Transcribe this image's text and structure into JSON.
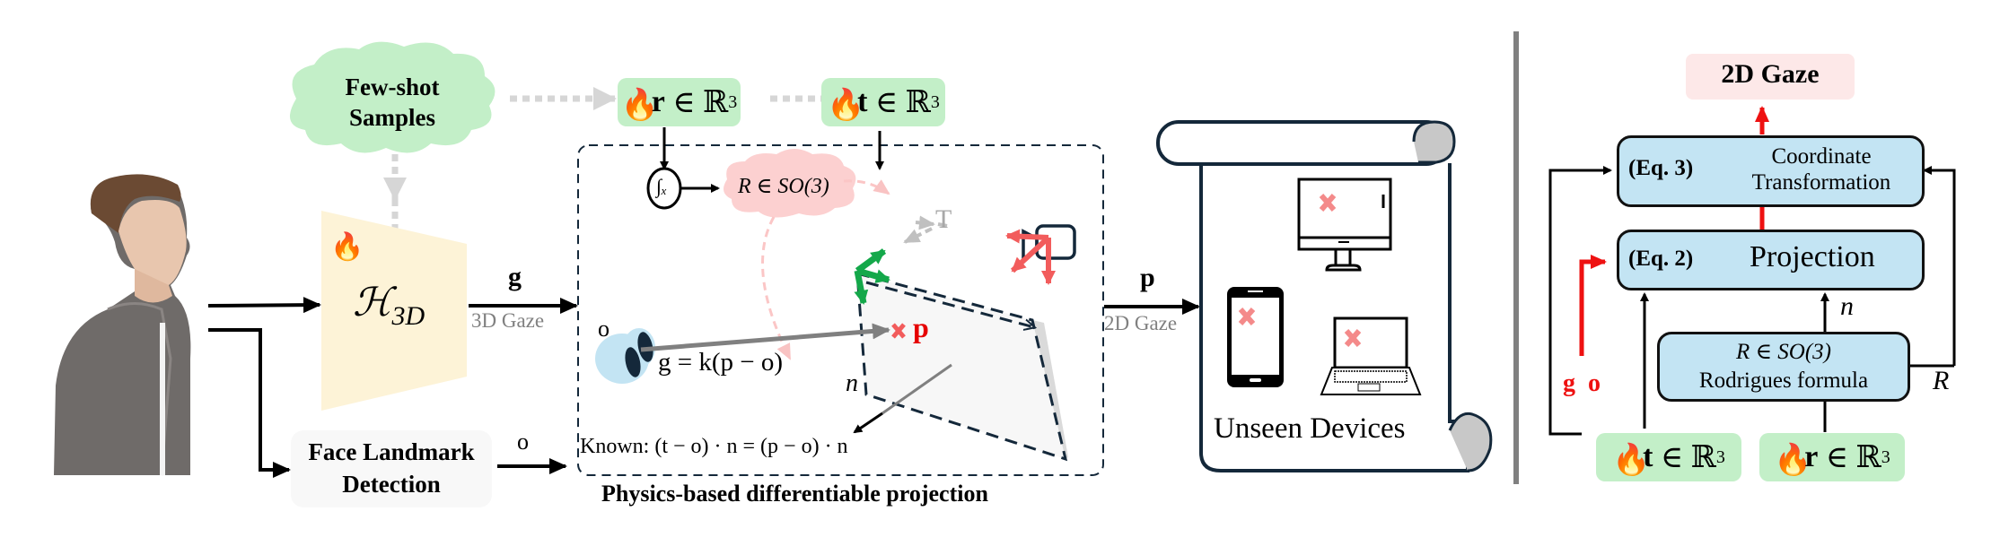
{
  "left_panel": {
    "few_shot": {
      "line1": "Few-shot",
      "line2": "Samples"
    },
    "param_r": {
      "label": "r",
      "set": "∈ ℝ",
      "sup": "3",
      "trainable": true
    },
    "param_t": {
      "label": "t",
      "set": "∈ ℝ",
      "sup": "3",
      "trainable": true
    },
    "network": {
      "symbol": "ℋ",
      "subscript": "3D",
      "trainable": true
    },
    "arrow_g": {
      "symbol": "g",
      "caption": "3D Gaze"
    },
    "face_landmark": {
      "line1": "Face Landmark",
      "line2": "Detection"
    },
    "arrow_o": {
      "symbol": "o"
    },
    "projection_box": {
      "title": "Physics-based differentiable projection",
      "exp_op": "∫ₓ",
      "rotation": "R ∈ SO(3)",
      "translation": "T",
      "origin": "o",
      "point": "p",
      "gaze_eq": "g = k(p − o)",
      "normal": "n⃗",
      "known_eq": "Known: (t − o) · n = (p − o) · n"
    },
    "arrow_p": {
      "symbol": "p",
      "caption": "2D Gaze"
    },
    "devices": {
      "caption": "Unseen Devices",
      "items": [
        "monitor",
        "smartphone",
        "laptop"
      ]
    }
  },
  "right_panel": {
    "output": "2D Gaze",
    "coord_box": {
      "eq": "(Eq. 3)",
      "line1": "Coordinate",
      "line2": "Transformation"
    },
    "proj_box": {
      "eq": "(Eq. 2)",
      "label": "Projection"
    },
    "rod_box": {
      "line1": "R ∈ SO(3)",
      "line2": "Rodrigues formula"
    },
    "normal_label": "n⃗",
    "r_label": "R",
    "inputs_label": {
      "g": "g",
      "o": "o"
    },
    "param_t": {
      "label": "t",
      "set": "∈ ℝ",
      "sup": "3"
    },
    "param_r": {
      "label": "r",
      "set": "∈ ℝ",
      "sup": "3"
    }
  },
  "colors": {
    "green": "#c3efc8",
    "blue": "#c3e4f3",
    "pink": "#fbd0d0",
    "red": "#ee1111",
    "cream": "#fdf3d7",
    "divider": "#808080"
  }
}
